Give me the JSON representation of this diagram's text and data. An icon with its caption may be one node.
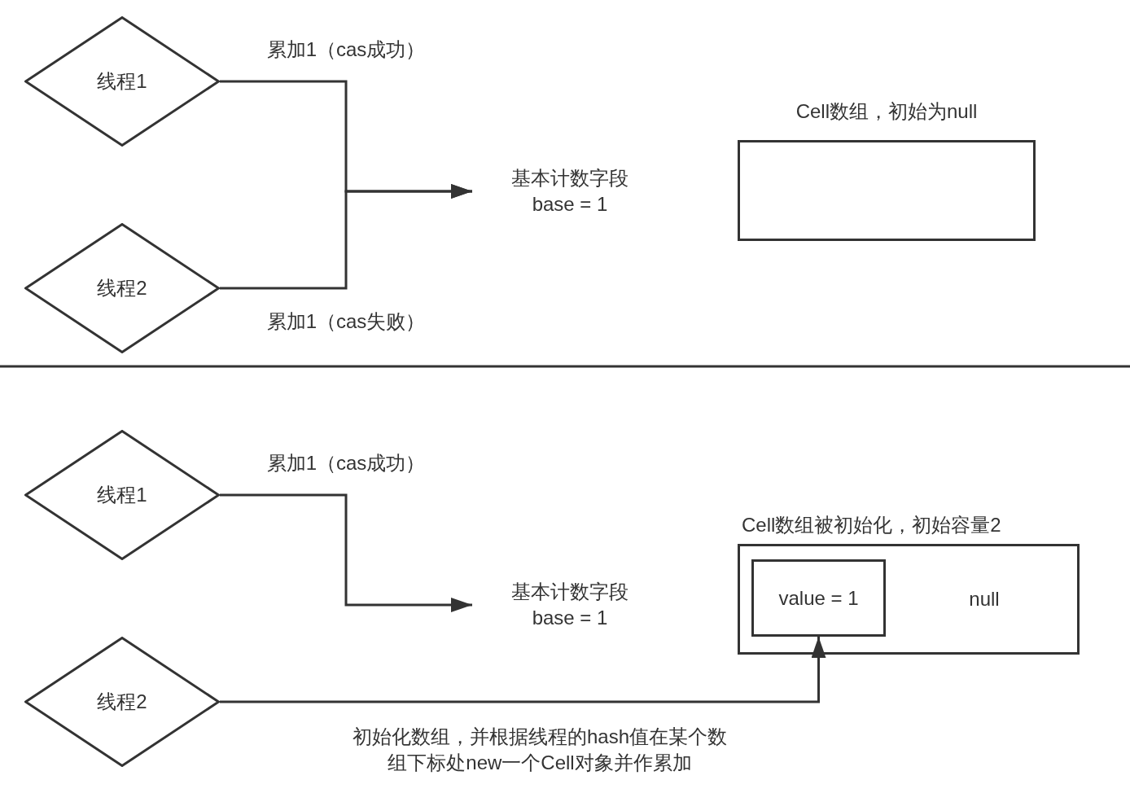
{
  "diagram": {
    "nodes": [
      {
        "text": [
          "线程1"
        ]
      },
      {
        "text": [
          "线程2"
        ]
      },
      {
        "text": [
          "基本计数字段",
          "base = 1"
        ]
      },
      {
        "text": [
          "Cell数组，初始为null"
        ]
      },
      {
        "text": [
          "线程1"
        ]
      },
      {
        "text": [
          "线程2"
        ]
      },
      {
        "text": [
          "基本计数字段",
          "base = 1"
        ]
      },
      {
        "text": [
          "Cell数组被初始化，初始容量2",
          "null"
        ]
      },
      {
        "text": [
          "value = 1"
        ],
        "in": 7
      }
    ],
    "edges": [
      {
        "from": 0,
        "to": 2,
        "arrow": "to",
        "label": "累加1（cas成功）"
      },
      {
        "from": 1,
        "to": 2,
        "arrow": "to",
        "label": "累加1（cas失败）"
      },
      {
        "from": 4,
        "to": 6,
        "arrow": "to",
        "label": "累加1（cas成功）"
      },
      {
        "from": 5,
        "to": 8,
        "arrow": "to",
        "label": "初始化数组，并根据线程的hash值在某个数组下标处new一个Cell对象并作累加"
      }
    ]
  }
}
